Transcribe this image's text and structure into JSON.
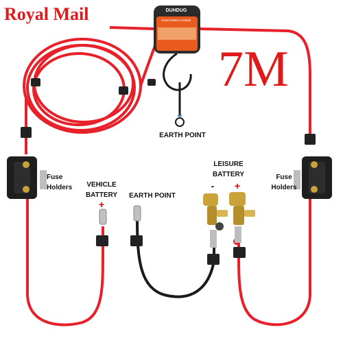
{
  "brand": "Royal Mail",
  "cable_length": "7M",
  "device": {
    "logo": "DUHDUG",
    "title": "Smart Battery Isolator"
  },
  "labels": {
    "earth_point_top": "EARTH POINT",
    "earth_point_bottom": "EARTH POINT",
    "vehicle_battery_line1": "VEHICLE",
    "vehicle_battery_line2": "BATTERY",
    "leisure_battery_line1": "LEISURE",
    "leisure_battery_line2": "BATTERY",
    "fuse_holders_left_line1": "Fuse",
    "fuse_holders_left_line2": "Holders",
    "fuse_holders_right_line1": "Fuse",
    "fuse_holders_right_line2": "Holders",
    "plus": "+",
    "minus": "-"
  },
  "colors": {
    "brand_red": "#e0191b",
    "cable_red": "#e8202a",
    "cable_black": "#1a1a1a",
    "device_orange": "#e85a1e",
    "terminal_gold": "#c9a23a"
  }
}
